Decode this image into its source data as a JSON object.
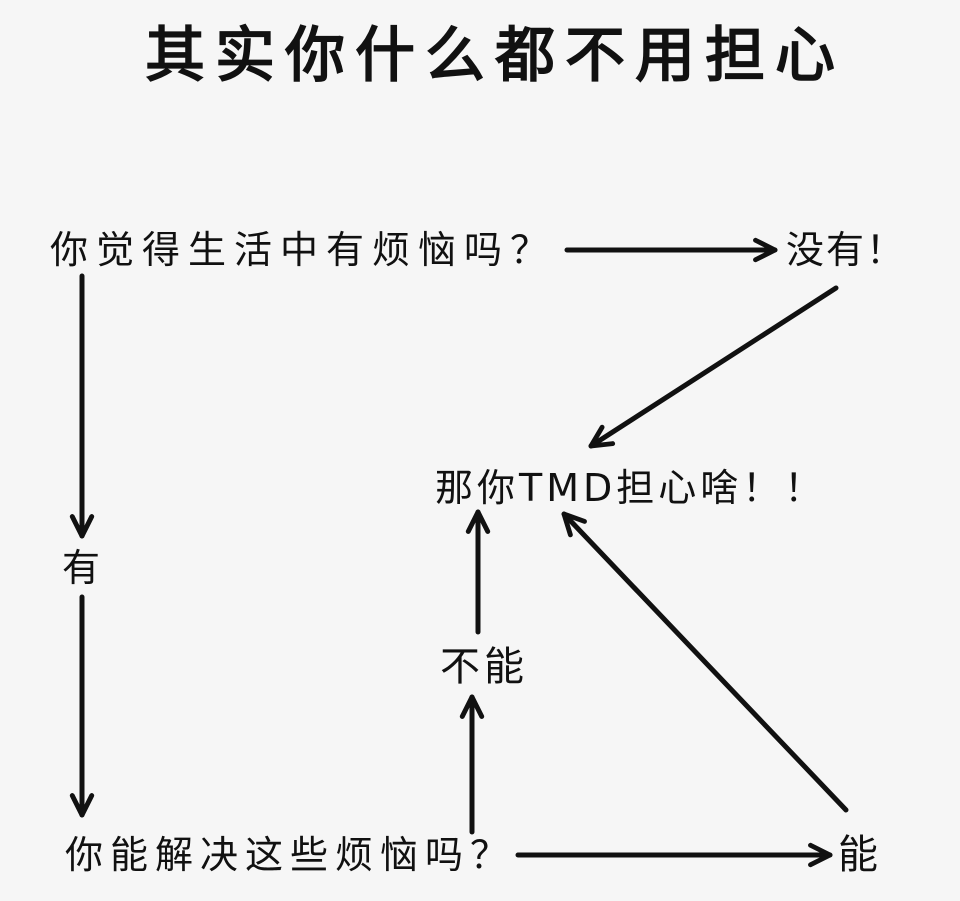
{
  "title": "其实你什么都不用担心",
  "nodes": {
    "question_has_troubles": "你觉得生活中有烦恼吗？",
    "answer_no": "没有！",
    "conclusion": "那你TMD担心啥！！",
    "answer_yes": "有",
    "question_can_solve": "你能解决这些烦恼吗？",
    "answer_can": "能",
    "answer_cannot": "不能"
  }
}
